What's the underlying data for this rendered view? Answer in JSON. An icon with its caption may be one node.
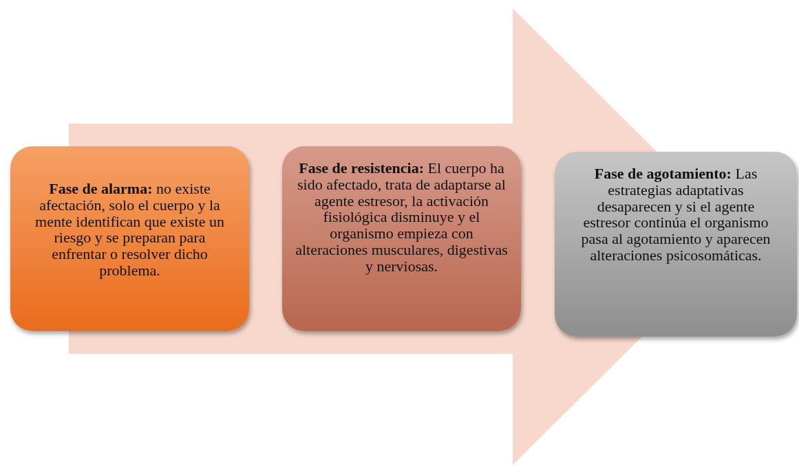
{
  "diagram": {
    "nodes": [
      {
        "text": [
          "**Fase de alarma:** no existe afectación, solo el cuerpo y la mente identifican que existe un riesgo y se preparan para enfrentar o resolver dicho problema."
        ]
      },
      {
        "text": [
          "**Fase de resistencia:**  El cuerpo  ha sido afectado, trata de adaptarse al agente estresor, la activación fisiológica disminuye y el organismo empieza con alteraciones musculares, digestivas y nerviosas."
        ]
      },
      {
        "text": [
          "**Fase de agotamiento:** Las estrategias adaptativas desaparecen y si el agente estresor continúa el organismo pasa al agotamiento y aparecen alteraciones psicosomáticas."
        ]
      }
    ],
    "edges": [
      {
        "from": 0,
        "to": 2,
        "arrow": "to"
      }
    ]
  }
}
